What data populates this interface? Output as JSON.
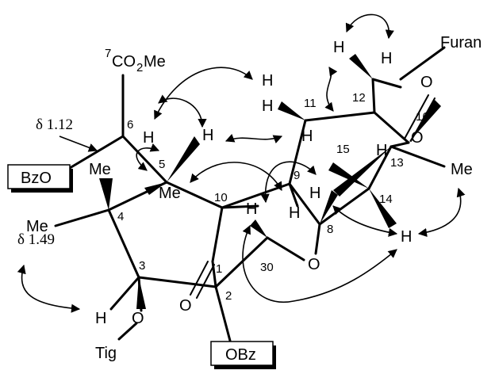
{
  "labels": {
    "furan": "Furan",
    "co2me_sup": "7",
    "co2me_main": "CO",
    "co2me_sub": "2",
    "co2me_tail": "Me",
    "shift_112": "δ 1.12",
    "shift_149": "δ 1.49",
    "bzo": "BzO",
    "obz": "OBz",
    "tig": "Tig",
    "me_a": "Me",
    "me_b": "Me",
    "me_c": "Me",
    "me_d": "Me",
    "o_ring": "O",
    "o_c3": "O",
    "o_ketone": "O",
    "o_16a": "O",
    "o_16b": "O",
    "h": "H"
  },
  "atom_numbers": {
    "n1": "1",
    "n2": "2",
    "n3": "3",
    "n4": "4",
    "n5": "5",
    "n6": "6",
    "n8": "8",
    "n9": "9",
    "n10": "10",
    "n11": "11",
    "n12": "12",
    "n13": "13",
    "n14": "14",
    "n15": "15",
    "n16": "16",
    "n30": "30"
  }
}
